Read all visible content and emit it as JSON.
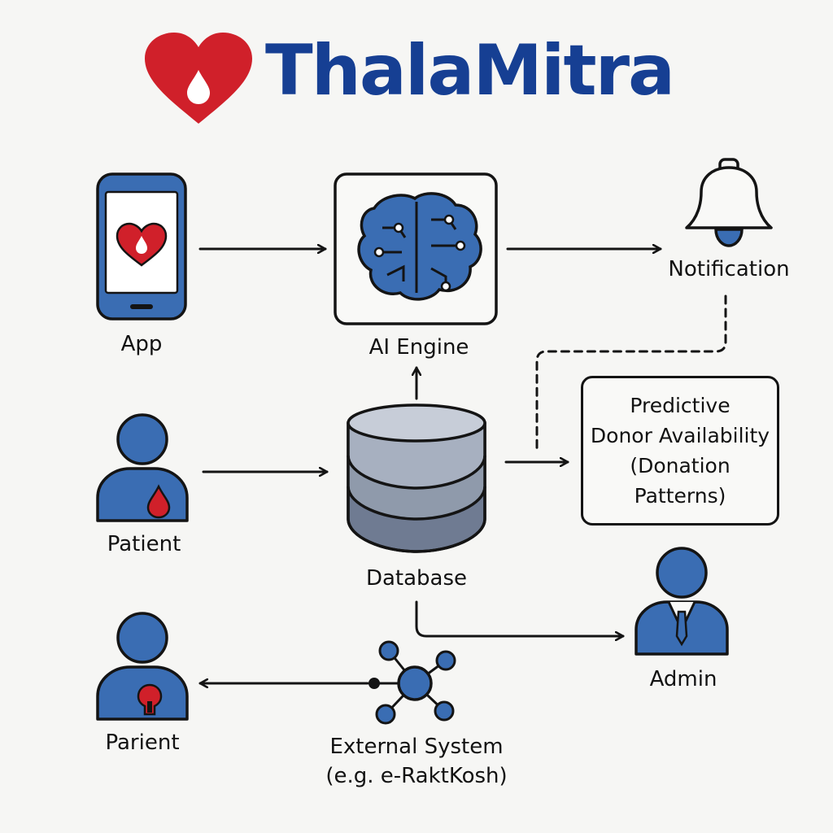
{
  "brand": {
    "name": "ThalaMitra"
  },
  "nodes": {
    "app": "App",
    "ai_engine": "AI Engine",
    "notification": "Notification",
    "patient": "Patient",
    "database": "Database",
    "admin": "Admin",
    "parient": "Parient",
    "predictive": {
      "line1": "Predictive",
      "line2": "Donor Availability",
      "line3": "(Donation",
      "line4": "Patterns)"
    },
    "external": {
      "line1": "External System",
      "line2": "(e.g. e-RaktKosh)"
    }
  },
  "colors": {
    "brand_blue": "#163f93",
    "icon_blue": "#3a6db3",
    "heart_red": "#d0202a",
    "db_gray": "#8f9aab",
    "outline": "#141414"
  }
}
